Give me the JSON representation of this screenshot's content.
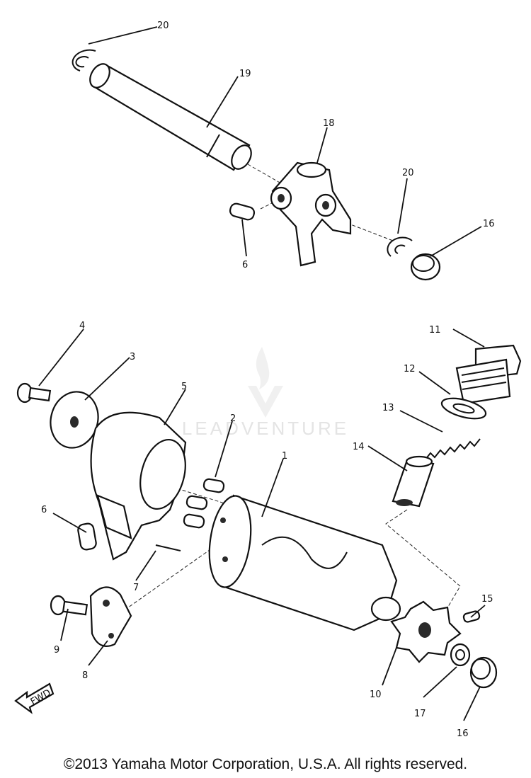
{
  "watermark": {
    "text": "LEADVENTURE"
  },
  "footer": {
    "copyright": "©2013 Yamaha Motor Corporation, U.S.A. All rights reserved."
  },
  "callouts": {
    "n20a": "20",
    "n19": "19",
    "n18": "18",
    "n20b": "20",
    "n16a": "16",
    "n6a": "6",
    "n11": "11",
    "n4": "4",
    "n3": "3",
    "n5": "5",
    "n12": "12",
    "n13": "13",
    "n2": "2",
    "n1": "1",
    "n14": "14",
    "n6b": "6",
    "n7": "7",
    "n15": "15",
    "n9": "9",
    "n8": "8",
    "n10": "10",
    "n17": "17",
    "n16b": "16"
  },
  "fwd_arrow": {
    "label": "FWD"
  }
}
